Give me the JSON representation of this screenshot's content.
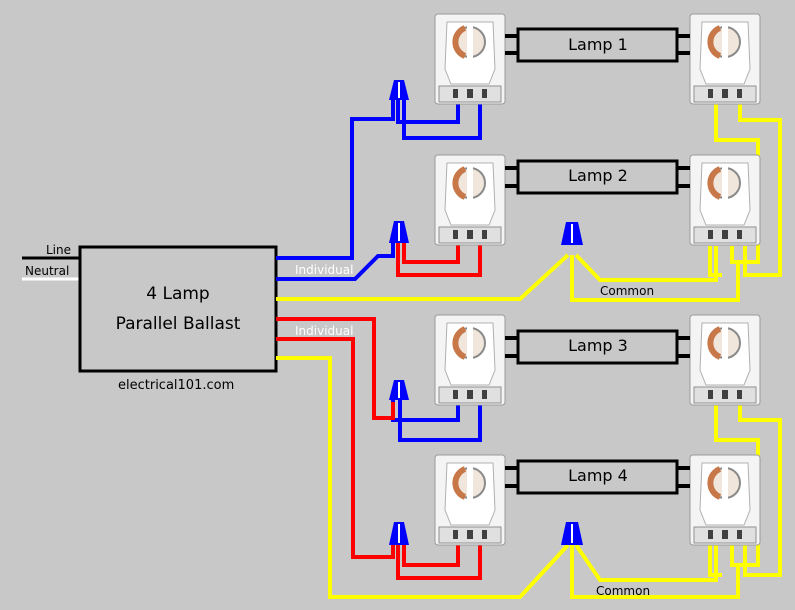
{
  "ballast": {
    "line1": "4 Lamp",
    "line2": "Parallel Ballast",
    "credit": "electrical101.com"
  },
  "supply": {
    "line_label": "Line",
    "neutral_label": "Neutral"
  },
  "labels": {
    "individual_top": "Individual",
    "individual_bottom": "Individual",
    "common_top": "Common",
    "common_bottom": "Common"
  },
  "lamps": [
    {
      "label": "Lamp 1"
    },
    {
      "label": "Lamp 2"
    },
    {
      "label": "Lamp 3"
    },
    {
      "label": "Lamp 4"
    }
  ],
  "colors": {
    "background": "#c8c8c8",
    "blue": "#0000ff",
    "red": "#ff0000",
    "yellow": "#ffff00",
    "black": "#000000",
    "white": "#ffffff",
    "socket": "#f2f2f2",
    "socket_center": "#c87848"
  }
}
